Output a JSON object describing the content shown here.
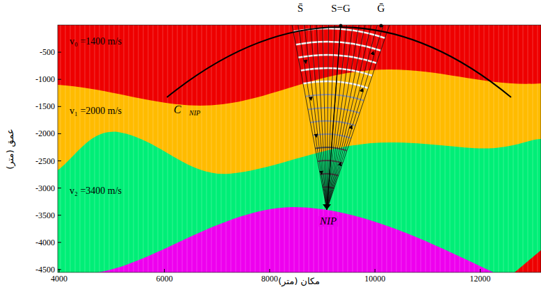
{
  "diagram": {
    "labels": [
      "S̄",
      "S=G",
      "Ḡ",
      "v₀ =1400 m/s",
      "v₁ =2000 m/s",
      "v₂ =3400 m/s",
      "C",
      "NIP",
      "NIP",
      "-500",
      "-1000",
      "-1500",
      "-2000",
      "-2500",
      "-3000",
      "-3500",
      "-4000",
      "-4500",
      "4000",
      "6000",
      "8000",
      "10000",
      "12000",
      "عمق (متر)",
      "مکان (متر)"
    ]
  }
}
